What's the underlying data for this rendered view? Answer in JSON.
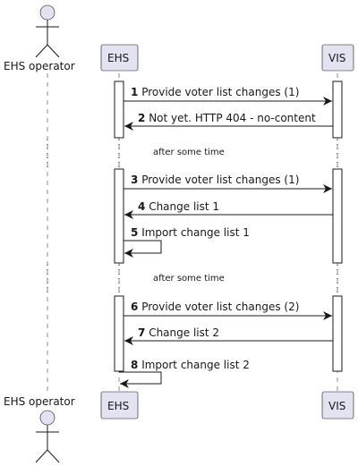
{
  "participants": {
    "operator": "EHS operator",
    "ehs": "EHS",
    "vis": "VIS"
  },
  "messages": [
    {
      "num": "1",
      "text": "Provide voter list changes (1)"
    },
    {
      "num": "2",
      "text": "Not yet. HTTP 404 - no-content"
    },
    {
      "num": "3",
      "text": "Provide voter list changes (1)"
    },
    {
      "num": "4",
      "text": "Change list 1"
    },
    {
      "num": "5",
      "text": "Import change list 1"
    },
    {
      "num": "6",
      "text": "Provide voter list changes (2)"
    },
    {
      "num": "7",
      "text": "Change list 2"
    },
    {
      "num": "8",
      "text": "Import change list 2"
    }
  ],
  "delays": [
    "after some time",
    "after some time"
  ],
  "colors": {
    "participant_fill": "#E2E2F0",
    "line": "#181818"
  }
}
